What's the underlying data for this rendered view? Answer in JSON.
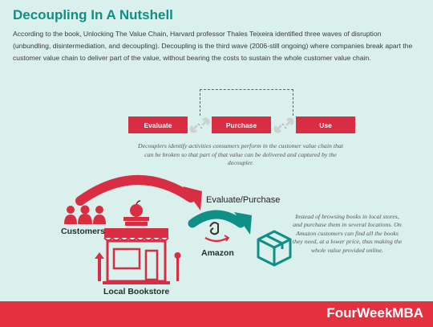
{
  "header": {
    "title": "Decoupling In A Nutshell",
    "intro": "According to the book, Unlocking The Value Chain, Harvard professor Thales Teixeira identified three waves of disruption (unbundling, disintermediation, and decoupling). Decoupling is the third wave (2006-still ongoing) where companies break apart the customer value chain to deliver part of the value, without bearing the costs to sustain the whole customer value chain."
  },
  "value_chain": {
    "steps": [
      "Evaluate",
      "Purchase",
      "Use"
    ],
    "caption": "Decouplers identify activities consumers perform in the customer value chain that can be broken so that part of that value can be delivered and captured by the decoupler."
  },
  "illustration": {
    "customers_label": "Customers",
    "bookstore_label": "Local Bookstore",
    "amazon_label": "Amazon",
    "decoupled_label": "Evaluate/Purchase",
    "note": "Instead of browsing books in local stores, and purchase them in several locations. On Amazon customers can find all the books they need, at a lower price, thus making the whole value provided online."
  },
  "footer": {
    "brand": "FourWeekMBA"
  },
  "colors": {
    "accent_red": "#d92d43",
    "teal": "#0f8f86",
    "background": "#d9f0ec"
  }
}
